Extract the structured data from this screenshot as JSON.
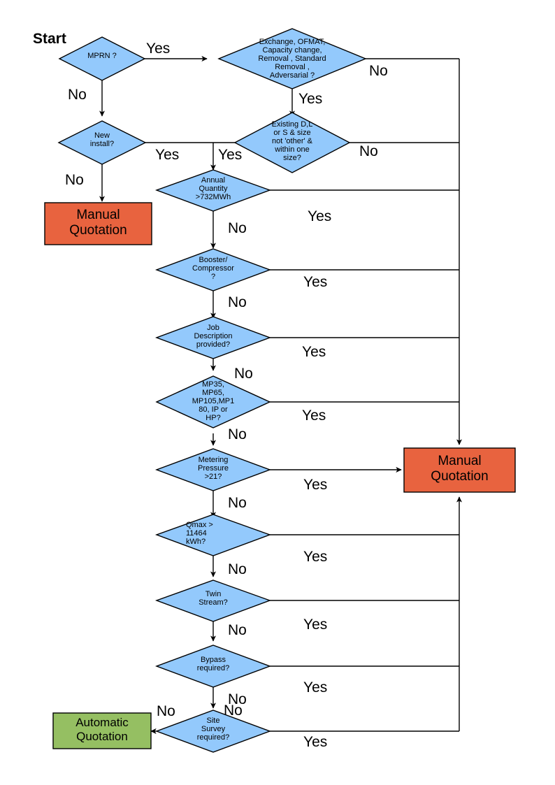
{
  "diagram": {
    "title_text": "Start",
    "colors": {
      "decision_fill": "#93C9FC",
      "manual_fill": "#E8633F",
      "automatic_fill": "#95BF62",
      "stroke": "#000000",
      "background": "#FFFFFF"
    }
  },
  "nodes": {
    "mprn": {
      "label": "MPRN ?"
    },
    "exchange": {
      "label": "Exchange, OFMAT,\nCapacity change,\nRemoval , Standard\nRemoval ,\nAdversarial ?"
    },
    "new_install": {
      "label": "New\ninstall?"
    },
    "existing_dls": {
      "label": "Existing D,L\nor S & size\nnot 'other' &\nwithin one\nsize?"
    },
    "annual_quantity": {
      "label": "Annual\nQuantity\n>732MWh"
    },
    "booster": {
      "label": "Booster/\nCompressor\n?"
    },
    "job_description": {
      "label": "Job\nDescription\nprovided?"
    },
    "mp_pressures": {
      "label": "MP35,\nMP65,\nMP105,MP1\n80, IP or\nHP?"
    },
    "metering_pressure": {
      "label": "Metering\nPressure\n>21?"
    },
    "qmax": {
      "label": "Qmax >\n11464\nkWh?"
    },
    "twin_stream": {
      "label": "Twin\nStream?"
    },
    "bypass": {
      "label": "Bypass\nrequired?"
    },
    "site_survey": {
      "label": "Site\nSurvey\nrequired?"
    },
    "manual_quotation_left": {
      "label": "Manual\nQuotation"
    },
    "manual_quotation_right": {
      "label": "Manual\nQuotation"
    },
    "automatic_quotation": {
      "label": "Automatic\nQuotation"
    }
  },
  "edge_labels": {
    "mprn_yes": "Yes",
    "mprn_no": "No",
    "exchange_no": "No",
    "exchange_yes": "Yes",
    "new_install_yes": "Yes",
    "new_install_no": "No",
    "existing_yes": "Yes",
    "existing_no": "No",
    "annual_yes": "Yes",
    "annual_no": "No",
    "booster_yes": "Yes",
    "booster_no": "No",
    "job_yes": "Yes",
    "job_no": "No",
    "mp_yes": "Yes",
    "mp_no": "No",
    "metering_yes": "Yes",
    "metering_no": "No",
    "qmax_yes": "Yes",
    "qmax_no": "No",
    "twin_yes": "Yes",
    "twin_no": "No",
    "bypass_yes": "Yes",
    "bypass_no": "No",
    "site_yes": "Yes",
    "site_no_top": "No",
    "site_no_left": "No"
  }
}
